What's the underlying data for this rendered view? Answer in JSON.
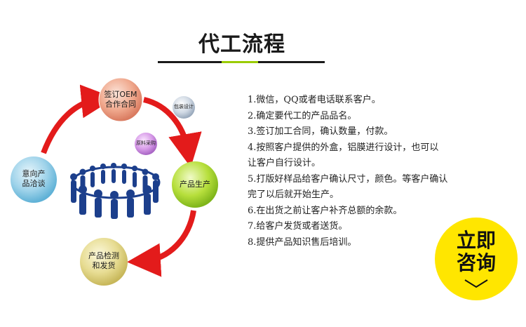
{
  "title": "代工流程",
  "nodes": {
    "sign": {
      "line1": "签订OEM",
      "line2": "合作合同"
    },
    "intent": {
      "line1": "意向产",
      "line2": "品洽谈"
    },
    "production": {
      "label": "产品生产"
    },
    "inspect": {
      "line1": "产品检测",
      "line2": "和发货"
    },
    "packaging": {
      "label": "包装设计"
    },
    "material": {
      "label": "原料采购"
    }
  },
  "steps": [
    "1.微信，QQ或者电话联系客户。",
    "2.确定要代工的产品品名。",
    "3.签订加工合同，确认数量，付款。",
    "4.按照客户提供的外盒，铝膜进行设计，也可以",
    "让客户自行设计。",
    "5.打版好样品给客户确认尺寸，颜色。等客户确认",
    "完了以后就开始生产。",
    "6.在出货之前让客户补齐总额的余款。",
    "7.给客户发货或者送货。",
    "8.提供产品知识售后培训。"
  ],
  "consult": {
    "line1": "立即",
    "line2": "咨询"
  },
  "colors": {
    "arrow": "#e31b1b",
    "accent": "#9acc00",
    "consult_bg": "#ffe600",
    "people": "#1c3f8c"
  }
}
